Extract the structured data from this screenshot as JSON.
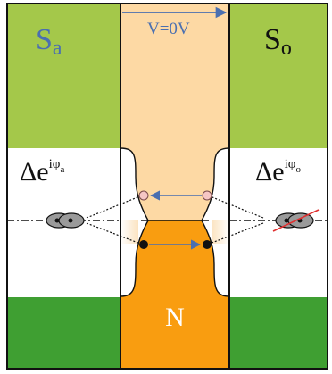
{
  "labels": {
    "left_superconductor": "S",
    "left_superconductor_sub": "a",
    "right_superconductor": "S",
    "right_superconductor_sub": "o",
    "voltage": "V=0V",
    "left_gap": "Δe",
    "left_gap_exp": "iφ",
    "left_gap_exp_sub": "a",
    "right_gap": "Δe",
    "right_gap_exp": "iφ",
    "right_gap_exp_sub": "o",
    "normal_region": "N"
  },
  "colors": {
    "sc_upper_band": "#a4c84a",
    "sc_lower_band": "#3f9f32",
    "normal_fill_lower": "#f99d10",
    "normal_fill_upper": "#fdd9a4",
    "voltage_arrow": "#4a6fb0",
    "left_label": "#4a6fb0",
    "hole_fill": "#f6c6c4",
    "cooper_pair_fill": "#9a9a9a",
    "cross_out_line": "#e03030"
  }
}
